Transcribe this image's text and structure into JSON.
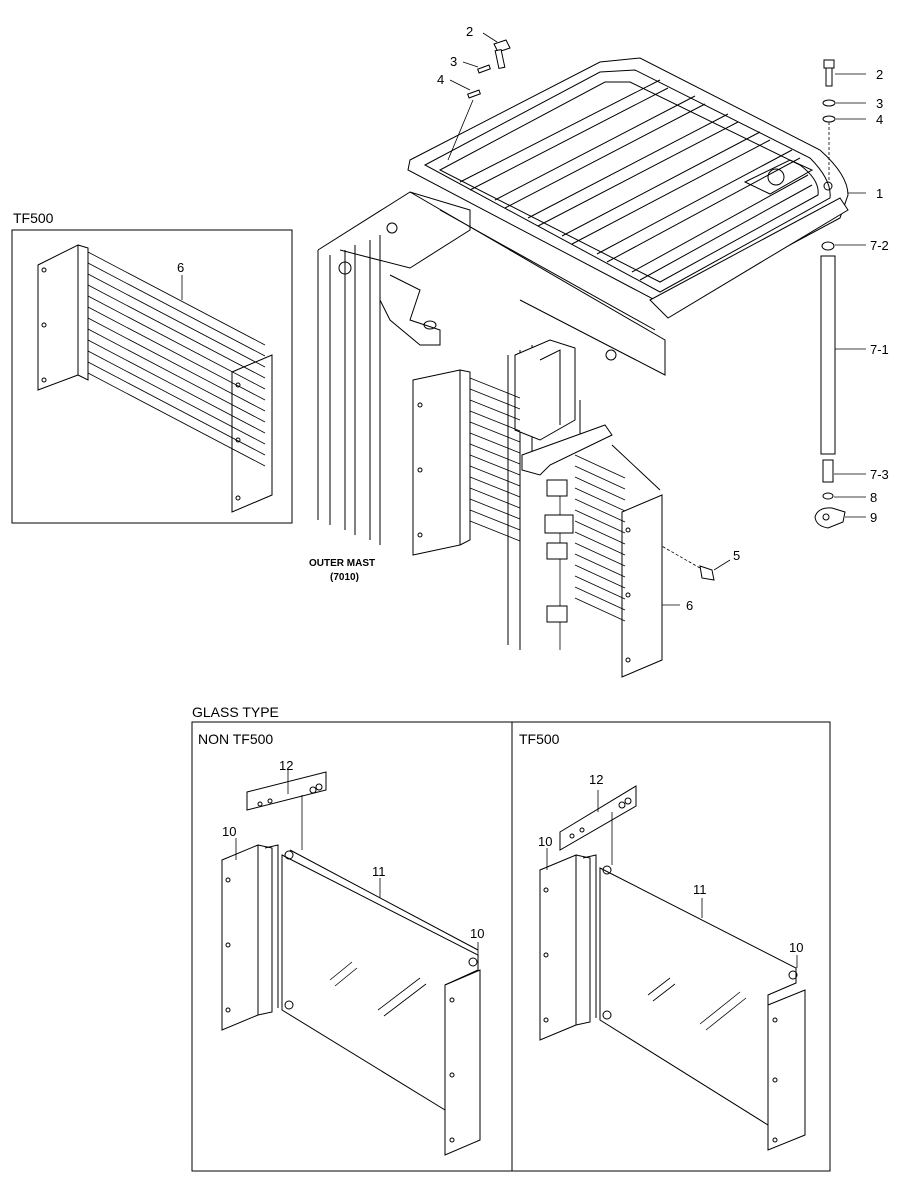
{
  "callouts": {
    "c2a": "2",
    "c3a": "3",
    "c4a": "4",
    "c2b": "2",
    "c3b": "3",
    "c4b": "4",
    "c1": "1",
    "c72": "7-2",
    "c71": "7-1",
    "c73": "7-3",
    "c8": "8",
    "c9": "9",
    "c5": "5",
    "c6a": "6",
    "c6b": "6",
    "c12a": "12",
    "c10a": "10",
    "c11a": "11",
    "c10b": "10",
    "c12b": "12",
    "c10c": "10",
    "c11b": "11",
    "c10d": "10"
  },
  "inset_title": "TF500",
  "outer_mast": {
    "line1": "OUTER MAST",
    "line2": "(7010)"
  },
  "glass": {
    "title": "GLASS TYPE",
    "left_title": "NON TF500",
    "right_title": "TF500"
  }
}
